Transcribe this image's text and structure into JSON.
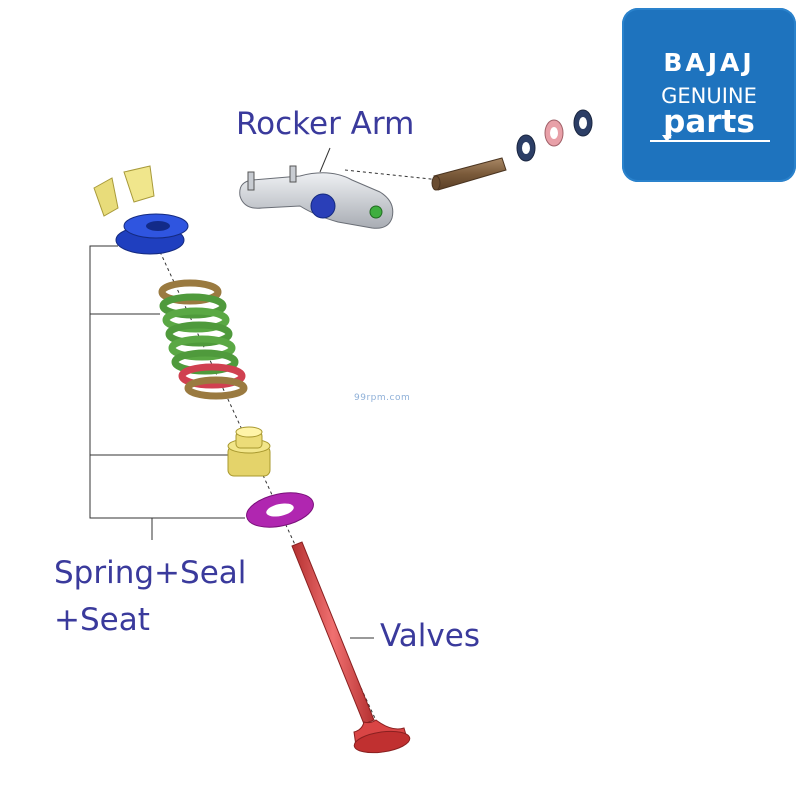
{
  "labels": {
    "rocker_arm": "Rocker Arm",
    "spring_seal_line1": "Spring+Seal",
    "spring_seal_line2": "+Seat",
    "valves": "Valves"
  },
  "watermark": "99rpm.com",
  "logo": {
    "brand": "BAJAJ",
    "line2": "GENUINE",
    "line3": "parts"
  },
  "colors": {
    "label_text": "#3a3a9c",
    "logo_bg": "#1e73be",
    "spring_retainer": "#2040c8",
    "spring": "#4f9a3c",
    "valve_seal": "#e4d36a",
    "spring_seat": "#b026b0",
    "valve": "#d94545",
    "rocker_arm": "#c9ccd1",
    "rocker_pin": "#8b6a48",
    "washer_dark": "#2c3e66",
    "washer_pink": "#e8a0a8",
    "valve_cotters": "#e8dc7a"
  }
}
